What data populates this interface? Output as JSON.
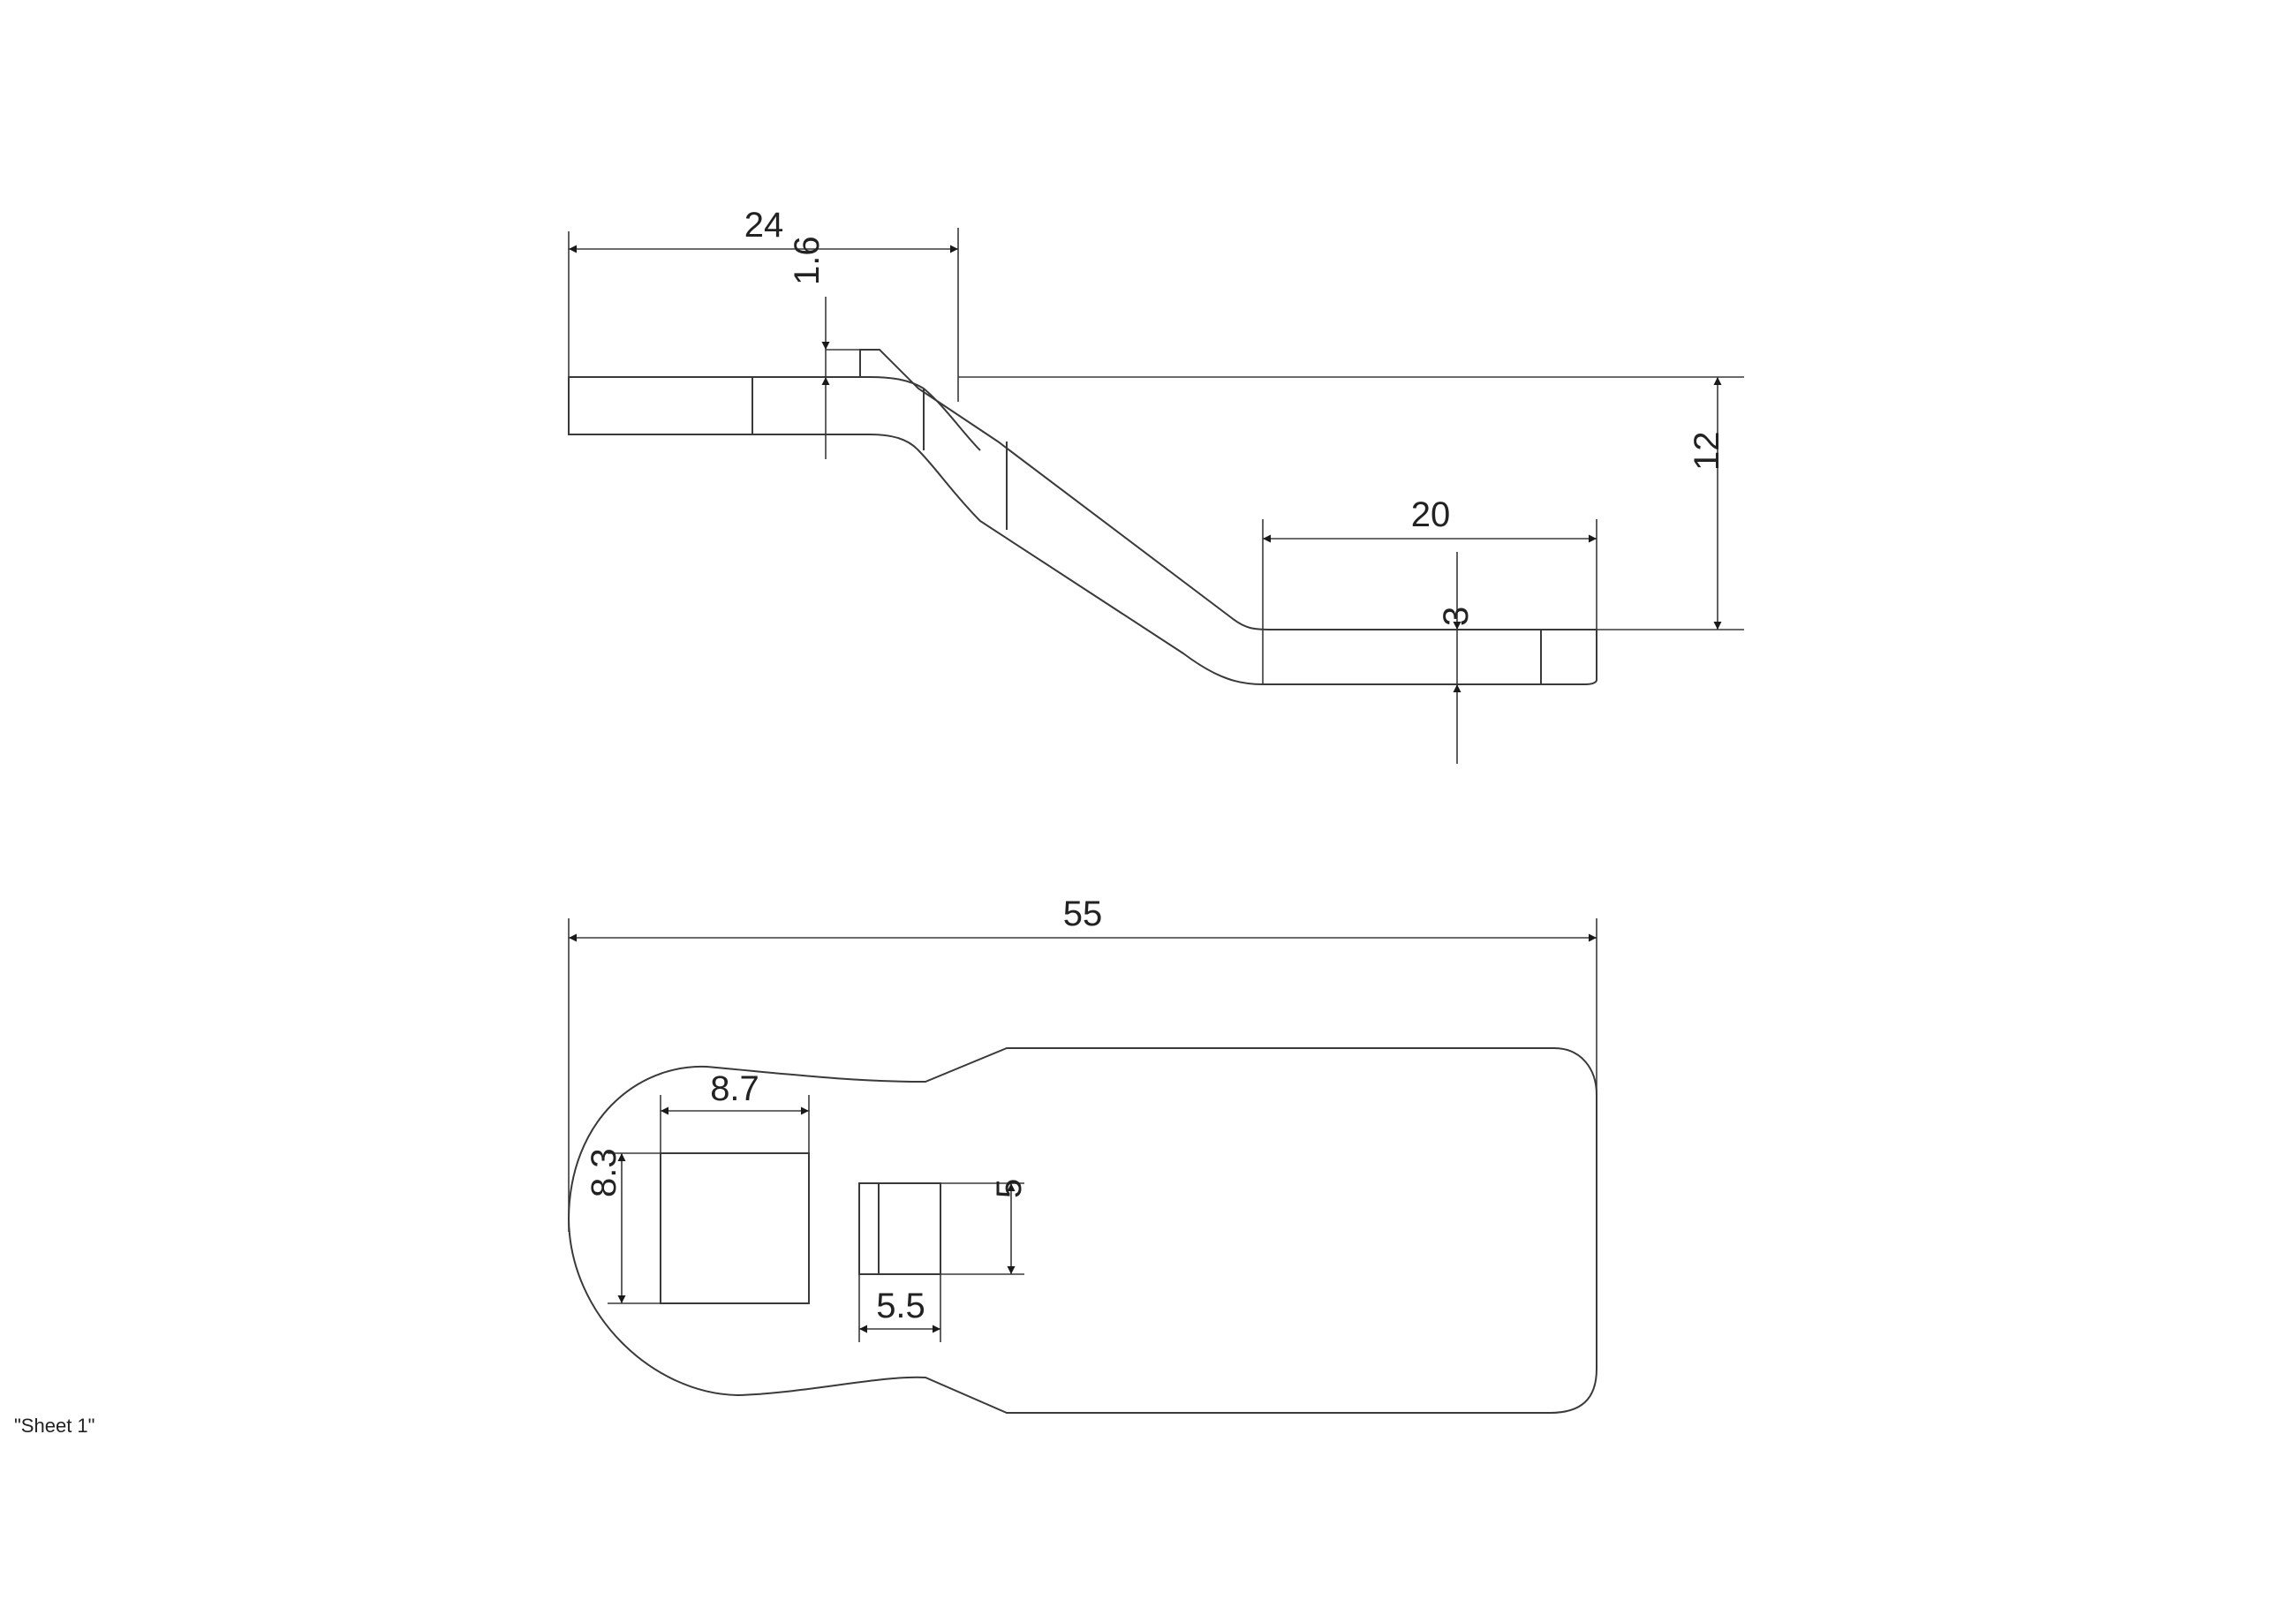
{
  "sheet": {
    "label": "\"Sheet 1\""
  },
  "side_view": {
    "dims": {
      "top_length": "24",
      "thickness_bend": "1.6",
      "offset_height": "12",
      "bottom_length": "20",
      "bottom_thickness": "3"
    }
  },
  "top_view": {
    "dims": {
      "overall_length": "55",
      "large_slot_width": "8.7",
      "large_slot_height": "8.3",
      "small_slot_height": "5",
      "small_slot_width": "5.5"
    }
  }
}
